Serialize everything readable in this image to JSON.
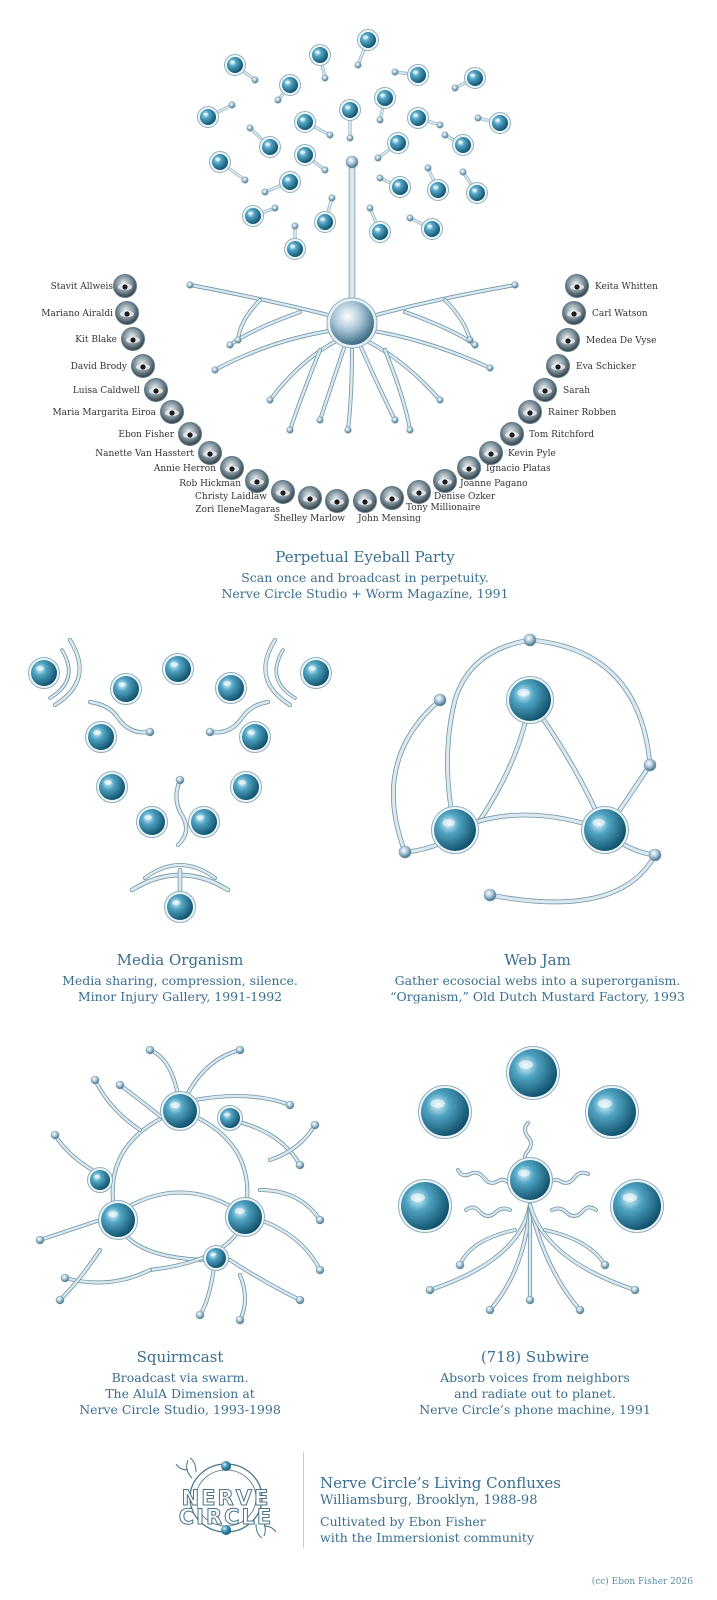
{
  "sections": {
    "eyeball": {
      "title": "Perpetual Eyeball Party",
      "line1": "Scan once and broadcast in perpetuity.",
      "line2": "Nerve Circle Studio + Worm Magazine, 1991"
    },
    "media": {
      "title": "Media Organism",
      "line1": "Media sharing, compression, silence.",
      "line2": "Minor Injury Gallery, 1991-1992"
    },
    "webjam": {
      "title": "Web Jam",
      "line1": "Gather ecosocial webs into a superorganism.",
      "line2": "“Organism,” Old Dutch Mustard Factory, 1993"
    },
    "squirm": {
      "title": "Squirmcast",
      "line1": "Broadcast via swarm.",
      "line2": "The AlulA Dimension at",
      "line3": "Nerve Circle Studio, 1993-1998"
    },
    "subwire": {
      "title": "(718) Subwire",
      "line1": "Absorb voices from neighbors",
      "line2": "and radiate out to planet.",
      "line3": "Nerve Circle’s phone machine, 1991"
    }
  },
  "participants_left": [
    "Stavit Allweis",
    "Mariano Airaldi",
    "Kit Blake",
    "David Brody",
    "Luisa Caldwell",
    "Maria Margarita Eiroa",
    "Ebon Fisher",
    "Nanette Van Hasstert",
    "Annie Herron",
    "Rob Hickman",
    "Christy Laidlaw",
    "Zori IleneMagaras",
    "Shelley Marlow"
  ],
  "participants_right": [
    "Keita Whitten",
    "Carl Watson",
    "Medea De Vyse",
    "Eva Schicker",
    "Sarah",
    "Rainer Robben",
    "Tom Ritchford",
    "Kevin Pyle",
    "Ignacio Platas",
    "Joanne Pagano",
    "Denise Ozker",
    "Tony Millionaire",
    "John Mensing"
  ],
  "footer": {
    "logo_line1": "NERVE",
    "logo_line2": "CIRCLE",
    "title": "Nerve Circle’s Living Confluxes",
    "place": "Williamsburg, Brooklyn, 1988-98",
    "credit1": "Cultivated by Ebon Fisher",
    "credit2": "with the Immersionist community",
    "copyright": "(cc) Ebon Fisher 2026"
  },
  "colors": {
    "accent": "#3a6f8f",
    "orb": "#1d6f8e",
    "stroke": "#a9c3cf"
  }
}
